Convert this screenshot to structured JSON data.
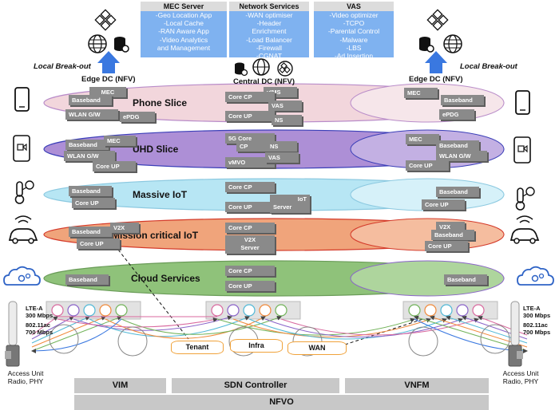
{
  "top_boxes": [
    {
      "header": "MEC Server",
      "lines": [
        "-Geo Location App",
        "-Local Cache",
        "-RAN Aware App",
        "-Video Analytics",
        "and Management"
      ]
    },
    {
      "header": "Network Services",
      "lines": [
        "-WAN optimiser",
        "-Header",
        "Enrichment",
        "-Load Balancer",
        "-Firewall",
        "-CGNAT"
      ]
    },
    {
      "header": "VAS",
      "lines": [
        "-Video optimizer",
        "-TCPO",
        "-Parental Control",
        "-Malware",
        "-LBS",
        "-Ad Insertion"
      ]
    }
  ],
  "local_breakout": "Local Break-out",
  "dc_labels": {
    "left": "Edge DC (NFV)",
    "center": "Central DC (NFV)",
    "right": "Edge DC (NFV)"
  },
  "slices": [
    {
      "title": "Phone Slice"
    },
    {
      "title": "UHD Slice"
    },
    {
      "title": "Massive IoT"
    },
    {
      "title": "Mission critical IoT"
    },
    {
      "title": "Cloud Services"
    }
  ],
  "vnf": {
    "p_mec": "MEC",
    "p_baseband": "Baseband",
    "p_wlan": "WLAN G/W",
    "p_epdg": "ePDG",
    "p_vims": "vIMS",
    "p_corecp": "Core CP",
    "p_vas": "VAS",
    "p_coreup": "Core UP",
    "p_ns": "NS",
    "p_r_mec": "MEC",
    "p_r_baseband": "Baseband",
    "p_r_epdg": "ePDG",
    "u_baseband": "Baseband",
    "u_mec": "MEC",
    "u_wlan": "WLAN G/W",
    "u_coreup": "Core UP",
    "u_5g": "5G Core",
    "u_cp": "CP",
    "u_ns": "NS",
    "u_vmvo": "vMVO",
    "u_vas": "VAS",
    "u_r_mec": "MEC",
    "u_r_baseband": "Baseband",
    "u_r_wlan": "WLAN G/W",
    "u_r_coreup": "Core UP",
    "m_baseband": "Baseband",
    "m_coreup": "Core UP",
    "m_corecp": "Core CP",
    "m_coreup2": "Core UP",
    "m_iot": "IoT",
    "m_server": "Server",
    "m_r_baseband": "Baseband",
    "m_r_coreup": "Core UP",
    "c_baseband": "Baseband",
    "c_v2x": "V2X",
    "c_coreup": "Core UP",
    "c_corecp": "Core CP",
    "c_v2x2": "V2X",
    "c_server": "Server",
    "c_r_v2x": "V2X",
    "c_r_baseband": "Baseband",
    "c_r_coreup": "Core UP",
    "s_baseband": "Baseband",
    "s_corecp": "Core CP",
    "s_coreup": "Core UP",
    "s_r_baseband": "Baseband"
  },
  "radio": {
    "left": [
      "LTE-A",
      "300 Mbps",
      "802.11ac",
      "700 Mbps"
    ],
    "right": [
      "LTE-A",
      "300 Mbps",
      "802.11ac",
      "700 Mbps"
    ]
  },
  "access_unit": {
    "left": [
      "Access Unit",
      "Radio, PHY"
    ],
    "right": [
      "Access Unit",
      "Radio, PHY"
    ]
  },
  "databases": [
    "Tenant",
    "Infra",
    "WAN"
  ],
  "bars": {
    "vim": "VIM",
    "sdn": "SDN Controller",
    "vnfm": "VNFM",
    "nfvo": "NFVO"
  },
  "colors": {
    "phone": "#f2d6dc",
    "uhd": "#ad8fd6",
    "iot": "#b7e6f4",
    "mission": "#f0a47b",
    "cloud": "#8fc27a",
    "blue_box": "#7fb2f0",
    "vnf": "#8a8a8a",
    "arrow": "#3a78e0"
  }
}
